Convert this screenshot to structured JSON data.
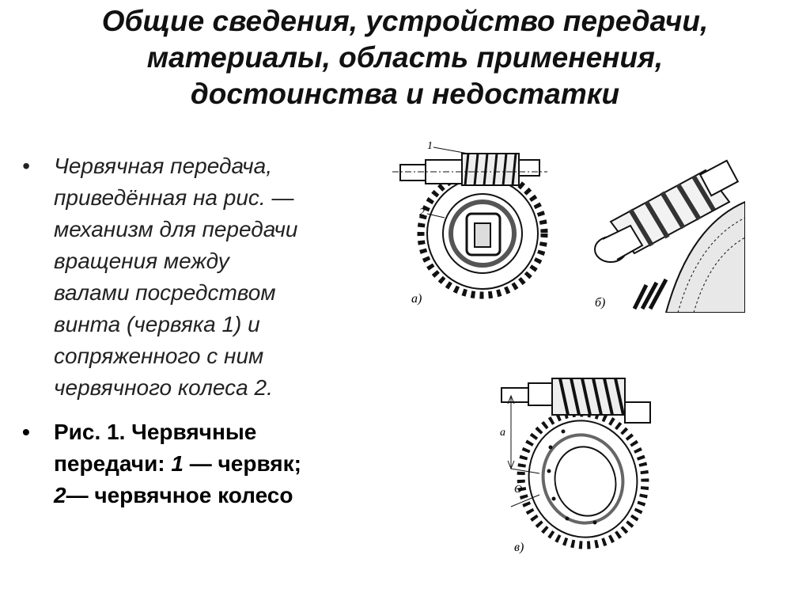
{
  "title": {
    "line1": "Общие сведения, устройство передачи,",
    "line2": "материалы, область применения,",
    "line3": "достоинства и недостатки"
  },
  "bullets": {
    "marker": "•",
    "item1": {
      "lines": [
        "Червячная передача,",
        "приведённая на рис.  —",
        "механизм для передачи",
        "вращения между",
        "валами посредством",
        "винта (червяка 1) и",
        "сопряженного с ним",
        "червячного колеса 2."
      ]
    },
    "item2": {
      "line1": "Рис. 1. Червячные",
      "line2_prefix": "передачи: ",
      "line2_num": "1",
      "line2_rest": " — червяк;",
      "line3_num": "2",
      "line3_rest": "— червячное колесо"
    }
  },
  "figures": {
    "a": {
      "caption": "а)",
      "label_worm": "1",
      "label_wheel": "2"
    },
    "b": {
      "caption": "б)"
    },
    "c": {
      "caption": "в)",
      "dim_a": "а",
      "dim_theta": "Θ"
    }
  },
  "colors": {
    "text": "#000000",
    "title": "#111111",
    "background": "#ffffff"
  }
}
